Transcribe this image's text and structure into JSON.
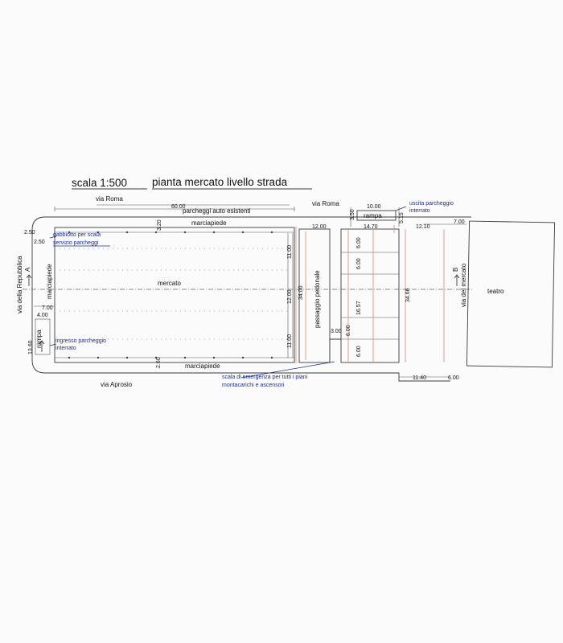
{
  "header": {
    "scale": "scala 1:500",
    "title": "pianta mercato livello strada"
  },
  "streets": {
    "top_left": "via Roma",
    "top_right": "via Roma",
    "bottom": "via Aprosio",
    "left": "via della Repubblica",
    "right": "via del mercato"
  },
  "labels": {
    "parking": "parcheggi auto esistenti",
    "sidewalk_top": "marciapiede",
    "sidewalk_bottom": "marciapiede",
    "sidewalk_left": "marciapiede",
    "market": "mercato",
    "passage": "passaggio pedonale",
    "ramp_left": "rampa",
    "ramp_top": "rampa",
    "theatre": "teatro",
    "section_a": "A",
    "section_b": "B"
  },
  "notes": {
    "booth_1": "gabbiotto per scala",
    "booth_2": "servizio parcheggi",
    "entrance_1": "ingresso parcheggio",
    "entrance_2": "interrato",
    "exit_1": "uscita parcheggio",
    "exit_2": "interrato",
    "emergency_1": "scala di emergenza per tutti i piani",
    "emergency_2": "montacarichi e ascensori"
  },
  "dimensions": {
    "d_60": "60.00",
    "d_320": "3.20",
    "d_250a": "2.50",
    "d_250b": "2.50",
    "d_400": "4.00",
    "d_700_left": "7.00",
    "d_1360": "13.60",
    "d_260": "2.60",
    "d_1100_top": "11.00",
    "d_1200_mid": "12.00",
    "d_1100_bot": "11.00",
    "d_3400_left": "34.00",
    "d_1000": "10.00",
    "d_350": "3.50",
    "d_515": "5.15",
    "d_1200_top": "12.00",
    "d_1470": "14.70",
    "d_1210": "12.10",
    "d_700_right": "7.00",
    "d_600_1": "6.00",
    "d_600_2": "6.00",
    "d_1657": "16.57",
    "d_600_3": "6.00",
    "d_600_4": "6.00",
    "d_300": "3.00",
    "d_3466": "34.66",
    "d_1140": "11.40",
    "d_600_right": "6.00"
  }
}
